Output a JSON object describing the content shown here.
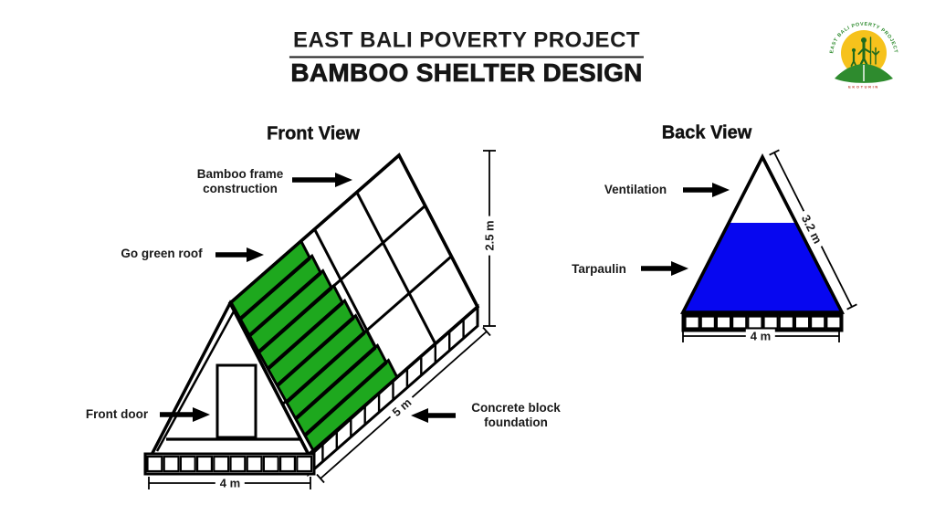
{
  "header": {
    "title": "EAST BALI POVERTY PROJECT",
    "subtitle": "BAMBOO SHELTER DESIGN",
    "logo": {
      "circular_text": "EAST BALI POVERTY PROJECT",
      "subtext": "EKOTURIN"
    }
  },
  "front_view": {
    "heading": "Front View",
    "labels": {
      "bamboo_frame_line1": "Bamboo frame",
      "bamboo_frame_line2": "construction",
      "go_green_roof": "Go green roof",
      "front_door": "Front door",
      "concrete_block_line1": "Concrete block",
      "concrete_block_line2": "foundation"
    },
    "dimensions": {
      "height": "2.5 m",
      "length": "5 m",
      "width": "4 m"
    }
  },
  "back_view": {
    "heading": "Back View",
    "labels": {
      "ventilation": "Ventilation",
      "tarpaulin": "Tarpaulin"
    },
    "dimensions": {
      "slope": "3.2 m",
      "width": "4 m"
    }
  },
  "colors": {
    "roof_green": "#1EA81E",
    "tarpaulin_blue": "#0707F0",
    "line_black": "#000000",
    "logo_yellow": "#F6C21C",
    "logo_hill_green": "#2E8B2E",
    "logo_figure_green": "#1E6B1E",
    "logo_red": "#C0392B"
  }
}
